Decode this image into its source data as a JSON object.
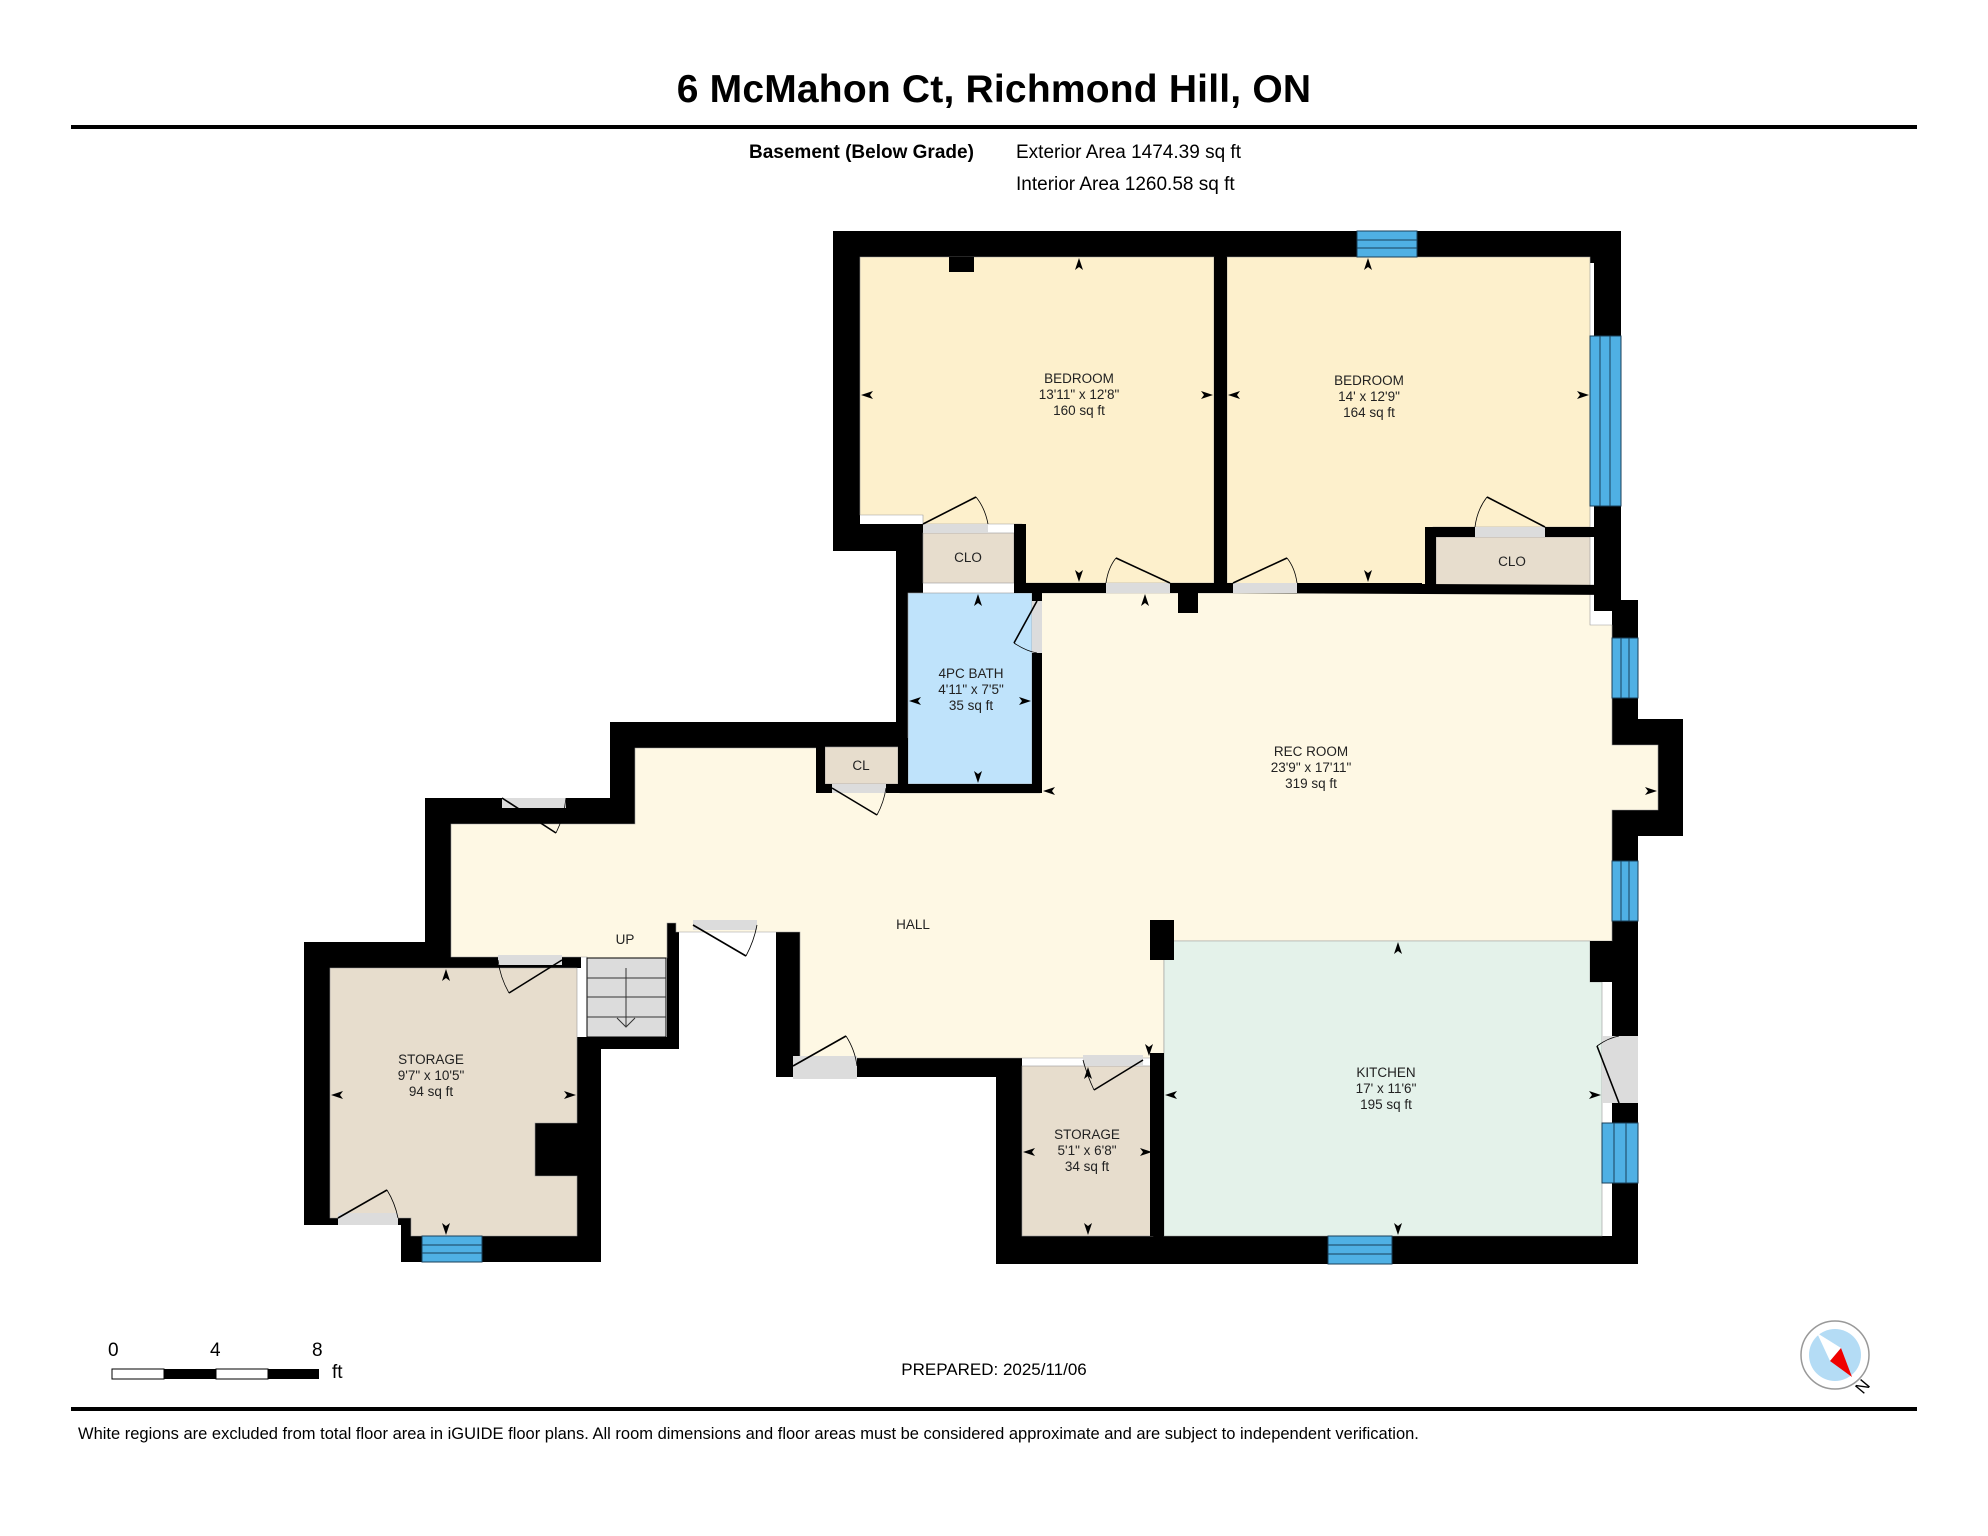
{
  "header": {
    "title": "6 McMahon Ct, Richmond Hill, ON",
    "level_label": "Basement (Below Grade)",
    "exterior_area": "Exterior Area 1474.39 sq ft",
    "interior_area": "Interior Area 1260.58 sq ft"
  },
  "colors": {
    "wall": "#000000",
    "bedroom": "#fdf0cc",
    "hall": "#fef8e4",
    "bath": "#bfe3fb",
    "kitchen": "#e4f2ea",
    "storage": "#e7ddcd",
    "closet": "#e7ddcd",
    "door_threshold": "#dcdcdc",
    "window": "#4fb0e4",
    "compass_fill": "#b4dcf5",
    "compass_needle": "#f00000"
  },
  "rooms": [
    {
      "id": "bedroom-1",
      "name": "BEDROOM",
      "dims": "13'11\" x 12'8\"",
      "area": "160 sq ft"
    },
    {
      "id": "bedroom-2",
      "name": "BEDROOM",
      "dims": "14' x 12'9\"",
      "area": "164 sq ft"
    },
    {
      "id": "bath",
      "name": "4PC BATH",
      "dims": "4'11\" x 7'5\"",
      "area": "35 sq ft"
    },
    {
      "id": "rec-room",
      "name": "REC ROOM",
      "dims": "23'9\" x 17'11\"",
      "area": "319 sq ft"
    },
    {
      "id": "hall",
      "name": "HALL"
    },
    {
      "id": "storage-1",
      "name": "STORAGE",
      "dims": "9'7\" x 10'5\"",
      "area": "94 sq ft"
    },
    {
      "id": "storage-2",
      "name": "STORAGE",
      "dims": "5'1\" x 6'8\"",
      "area": "34 sq ft"
    },
    {
      "id": "kitchen",
      "name": "KITCHEN",
      "dims": "17' x 11'6\"",
      "area": "195 sq ft"
    },
    {
      "id": "closet-1",
      "name": "CLO"
    },
    {
      "id": "closet-2",
      "name": "CLO"
    },
    {
      "id": "closet-3",
      "name": "CL"
    },
    {
      "id": "stairs",
      "name": "UP"
    }
  ],
  "scale_bar": {
    "ticks": [
      "0",
      "4",
      "8"
    ],
    "unit": "ft"
  },
  "compass": {
    "label": "N"
  },
  "footer": {
    "prepared": "PREPARED: 2025/11/06",
    "disclaimer": "White regions are excluded from total floor area in iGUIDE floor plans. All room dimensions and floor areas must be considered approximate and are subject to independent verification."
  }
}
